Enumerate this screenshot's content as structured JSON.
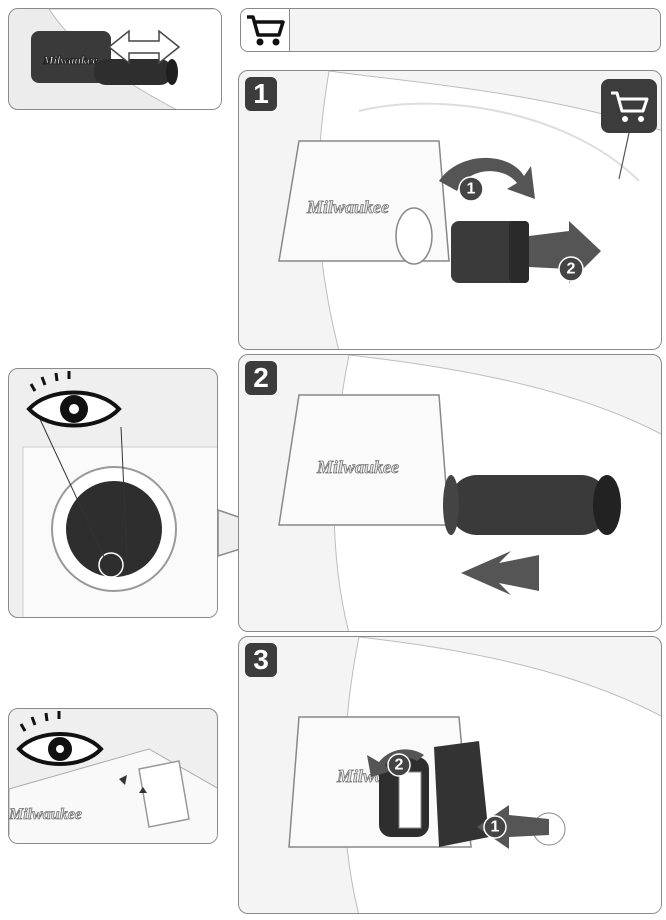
{
  "header": {
    "cart_icon": "cart-icon"
  },
  "brand": "Milwaukee",
  "steps": [
    {
      "number": "1",
      "callouts": [
        "1",
        "2"
      ]
    },
    {
      "number": "2"
    },
    {
      "number": "3",
      "callouts": [
        "2",
        "1"
      ]
    }
  ],
  "icons": {
    "eye": "eye-icon",
    "cart": "cart-icon",
    "arrow": "arrow-icon"
  },
  "colors": {
    "badge": "#3c3c3c",
    "panel_bg": "#f4f4f4",
    "border": "#8a8a8a",
    "tool_dark": "#3a3a3a",
    "arrow": "#555555"
  }
}
